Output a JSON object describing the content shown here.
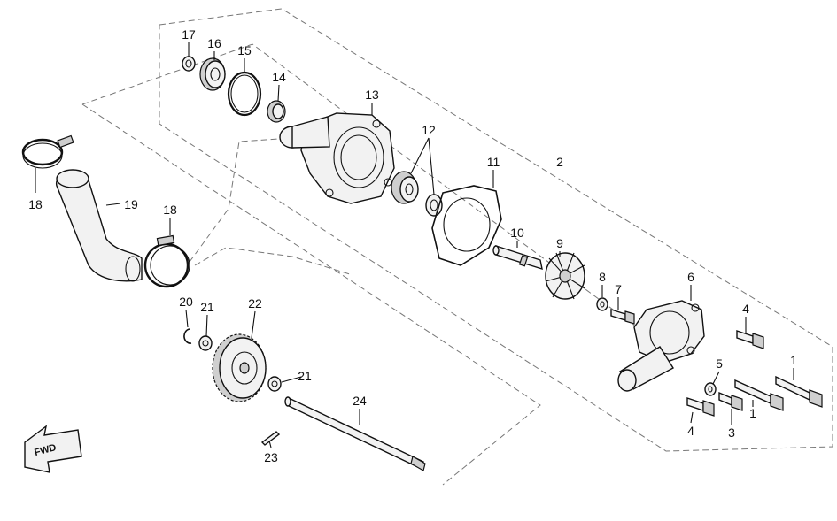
{
  "diagram": {
    "callouts": [
      {
        "id": "c17",
        "label": "17"
      },
      {
        "id": "c16",
        "label": "16"
      },
      {
        "id": "c15",
        "label": "15"
      },
      {
        "id": "c14",
        "label": "14"
      },
      {
        "id": "c13",
        "label": "13"
      },
      {
        "id": "c12",
        "label": "12"
      },
      {
        "id": "c11",
        "label": "11"
      },
      {
        "id": "c2",
        "label": "2"
      },
      {
        "id": "c10",
        "label": "10"
      },
      {
        "id": "c9",
        "label": "9"
      },
      {
        "id": "c8",
        "label": "8"
      },
      {
        "id": "c7",
        "label": "7"
      },
      {
        "id": "c6",
        "label": "6"
      },
      {
        "id": "c4a",
        "label": "4"
      },
      {
        "id": "c5",
        "label": "5"
      },
      {
        "id": "c1a",
        "label": "1"
      },
      {
        "id": "c1b",
        "label": "1"
      },
      {
        "id": "c3",
        "label": "3"
      },
      {
        "id": "c4b",
        "label": "4"
      },
      {
        "id": "c18a",
        "label": "18"
      },
      {
        "id": "c19",
        "label": "19"
      },
      {
        "id": "c18b",
        "label": "18"
      },
      {
        "id": "c20",
        "label": "20"
      },
      {
        "id": "c21a",
        "label": "21"
      },
      {
        "id": "c22",
        "label": "22"
      },
      {
        "id": "c21b",
        "label": "21"
      },
      {
        "id": "c24",
        "label": "24"
      },
      {
        "id": "c23",
        "label": "23"
      }
    ],
    "fwd_label": "FWD"
  }
}
